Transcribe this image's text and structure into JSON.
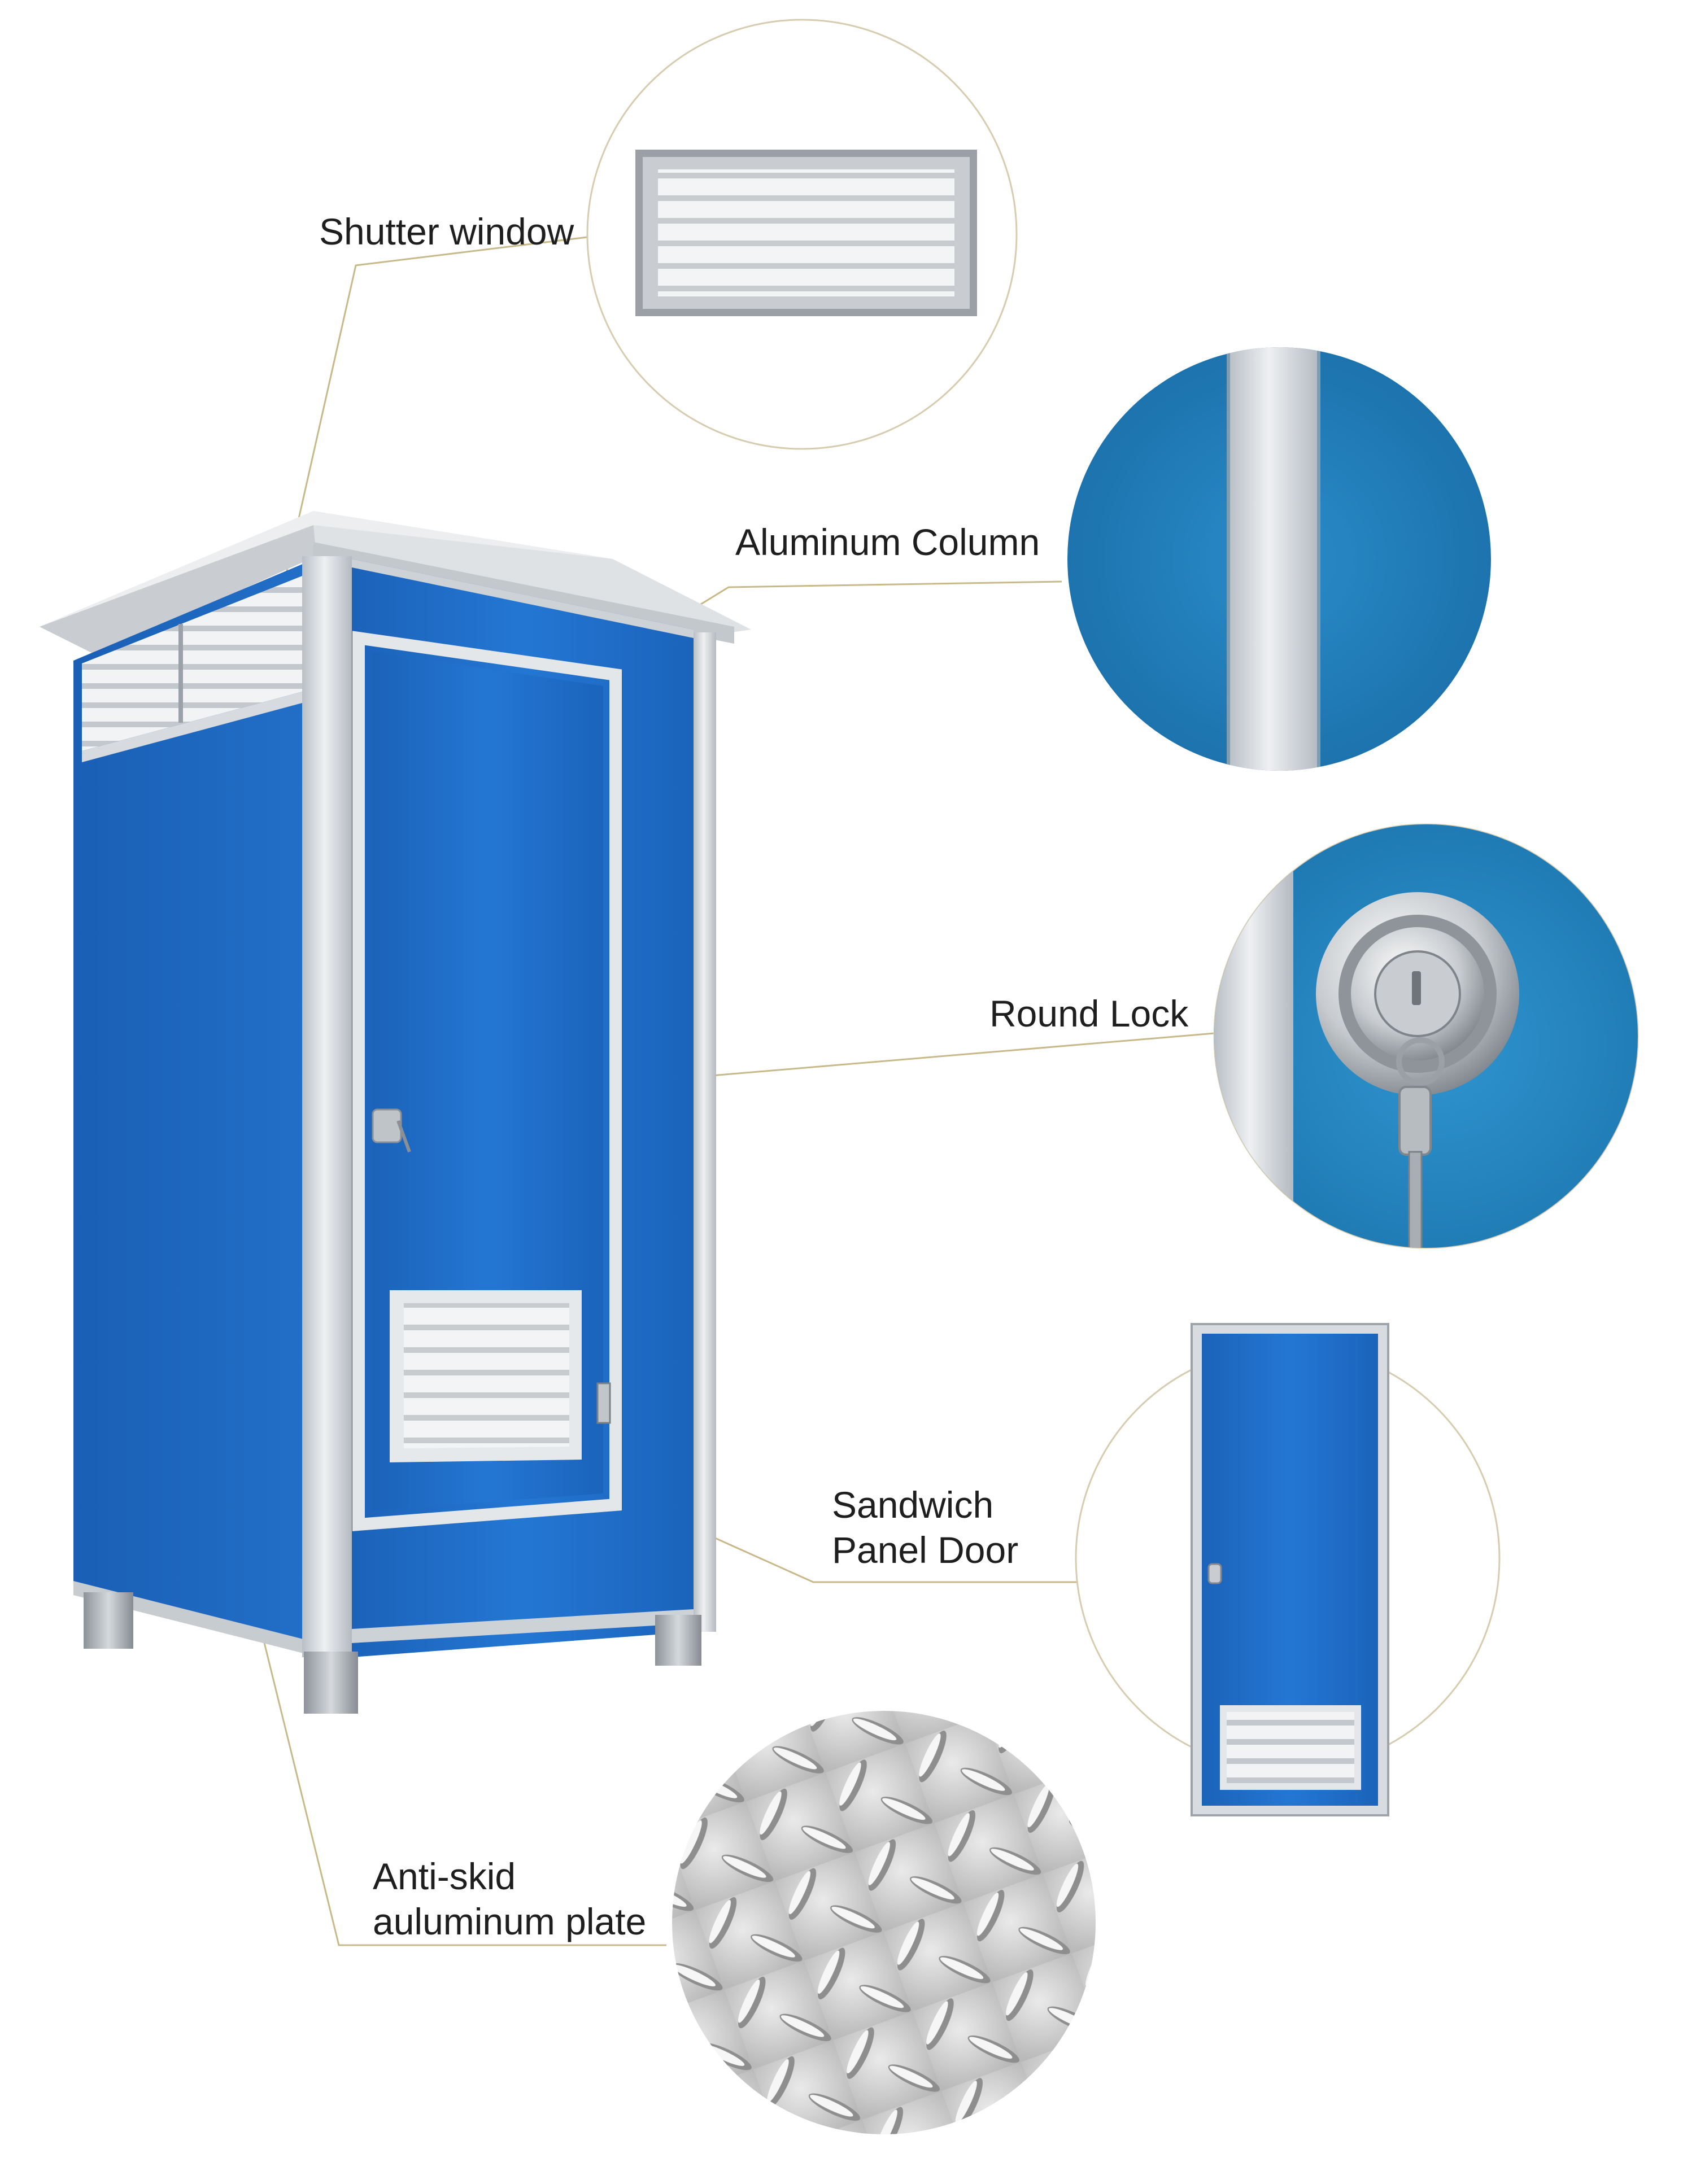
{
  "labels": {
    "shutter_window": "Shutter window",
    "aluminum_column": "Aluminum Column",
    "round_lock": "Round Lock",
    "sandwich_panel_door": "Sandwich\nPanel Door",
    "anti_skid_plate": "Anti-skid\nauluminum plate"
  },
  "colors": {
    "panel_blue": "#1f6fc6",
    "frame_gray": "#d3d7db",
    "callout_line": "#c8b98a",
    "lock_blue": "#2a87c2"
  }
}
